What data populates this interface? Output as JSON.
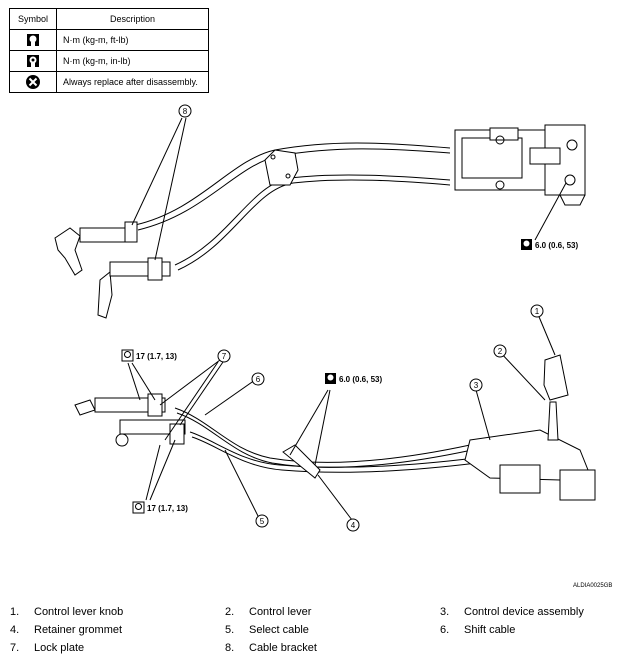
{
  "legend": {
    "header_symbol": "Symbol",
    "header_description": "Description",
    "rows": [
      {
        "icon": "torque-ftlb-icon",
        "text": "N·m (kg-m, ft-lb)"
      },
      {
        "icon": "torque-inlb-icon",
        "text": "N·m (kg-m, in-lb)"
      },
      {
        "icon": "always-replace-icon",
        "text": "Always replace after disassembly."
      }
    ]
  },
  "torque_callouts": {
    "top_right": "6.0 (0.6, 53)",
    "middle": "6.0 (0.6, 53)",
    "left_upper": "17 (1.7, 13)",
    "left_lower": "17 (1.7, 13)"
  },
  "callout_numbers": {
    "n1": "1",
    "n2": "2",
    "n3": "3",
    "n4": "4",
    "n5": "5",
    "n6": "6",
    "n7": "7",
    "n8": "8"
  },
  "figure_code": "ALDIA0025GB",
  "parts": [
    {
      "num": "1.",
      "name": "Control lever knob"
    },
    {
      "num": "2.",
      "name": "Control lever"
    },
    {
      "num": "3.",
      "name": "Control device assembly"
    },
    {
      "num": "4.",
      "name": "Retainer grommet"
    },
    {
      "num": "5.",
      "name": "Select cable"
    },
    {
      "num": "6.",
      "name": "Shift cable"
    },
    {
      "num": "7.",
      "name": "Lock plate"
    },
    {
      "num": "8.",
      "name": "Cable bracket"
    }
  ]
}
